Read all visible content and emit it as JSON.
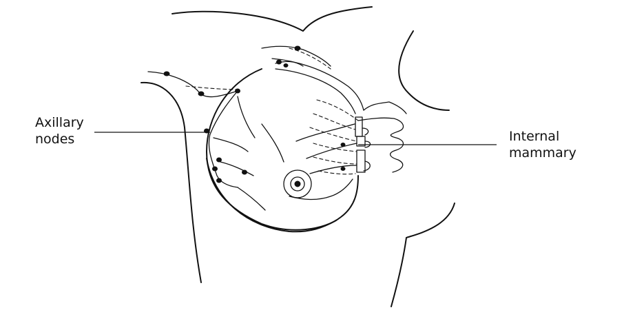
{
  "labels": {
    "axillary": {
      "line1": "Axillary",
      "line2": "nodes"
    },
    "internal": {
      "line1": "Internal",
      "line2": "mammary"
    }
  },
  "colors": {
    "ink": "#111111",
    "background": "#ffffff"
  }
}
